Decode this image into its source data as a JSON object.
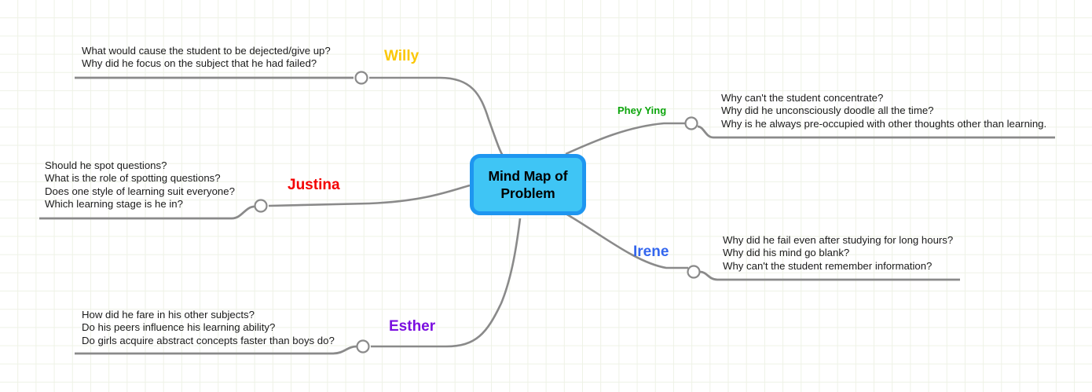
{
  "center": {
    "title": "Mind Map of Problem",
    "fill_color": "#3FC5F5",
    "border_color": "#1E96F0"
  },
  "branches": [
    {
      "id": "willy",
      "name": "Willy",
      "color": "#FBC707",
      "side": "left",
      "questions": [
        "What would cause the student to be dejected/give up?",
        "Why did he focus on the subject that he had failed?"
      ]
    },
    {
      "id": "phey-ying",
      "name": "Phey Ying",
      "color": "#0CA50C",
      "side": "right",
      "questions": [
        "Why can't the student concentrate?",
        "Why did he unconsciously doodle all the time?",
        "Why is he always pre-occupied with other thoughts other than learning."
      ]
    },
    {
      "id": "justina",
      "name": "Justina",
      "color": "#F30000",
      "side": "left",
      "questions": [
        "Should he spot questions?",
        "What is the role of spotting questions?",
        "Does one style of learning suit everyone?",
        "Which learning stage is he in?"
      ]
    },
    {
      "id": "irene",
      "name": "Irene",
      "color": "#3366EE",
      "side": "right",
      "questions": [
        "Why did he fail even after studying for long hours?",
        "Why did his mind go blank?",
        "Why can't the student remember information?"
      ]
    },
    {
      "id": "esther",
      "name": "Esther",
      "color": "#7B0FE0",
      "side": "left",
      "questions": [
        "How did he fare in his other subjects?",
        "Do his peers influence his learning ability?",
        "Do girls acquire abstract concepts faster than boys do?"
      ]
    }
  ],
  "canvas": {
    "grid_color": "#eef2e6",
    "connector_color": "#8a8a8a",
    "background_color": "#ffffff"
  }
}
